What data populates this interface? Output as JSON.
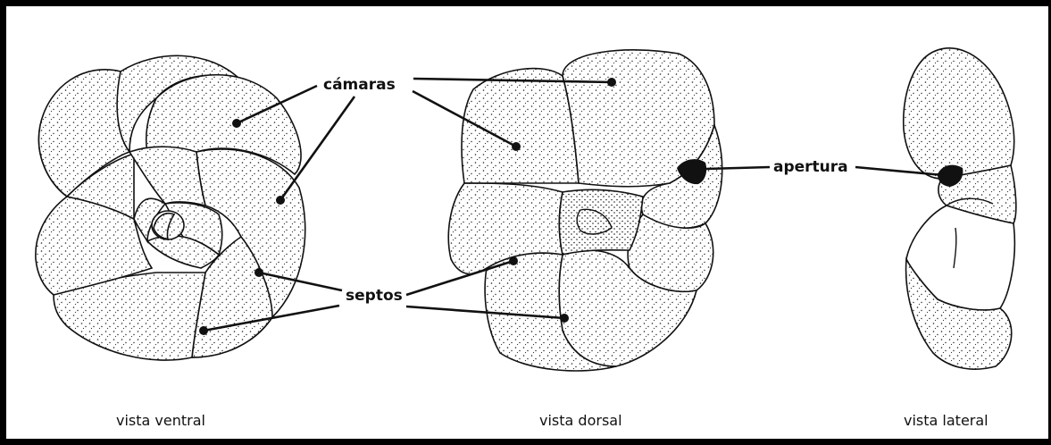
{
  "labels": {
    "camaras": "cámaras",
    "septos": "septos",
    "apertura": "apertura"
  },
  "captions": {
    "ventral": "vista ventral",
    "dorsal": "vista dorsal",
    "lateral": "vista lateral"
  },
  "colors": {
    "ink": "#111111",
    "background": "#ffffff",
    "frame": "#000000"
  }
}
